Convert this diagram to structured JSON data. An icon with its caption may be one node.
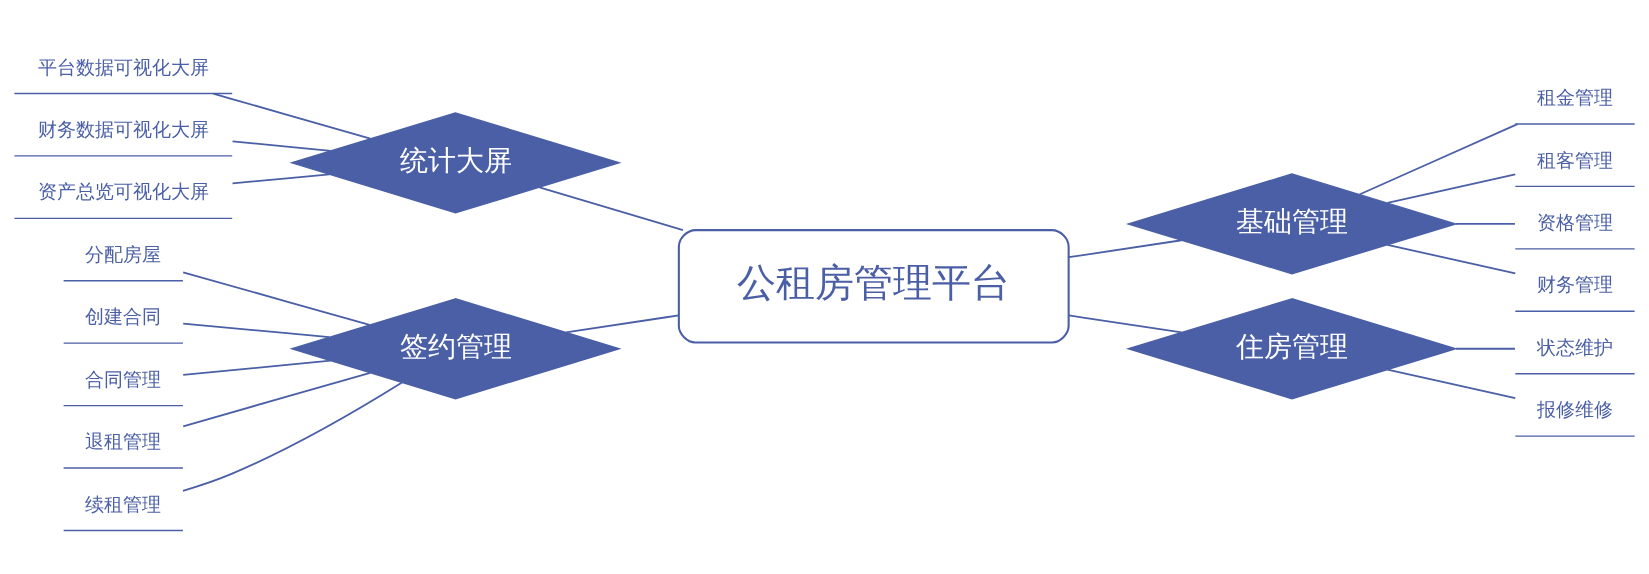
{
  "diagram": {
    "nodes": [
      {
        "text": [
          "公租房管理平台"
        ]
      },
      {
        "text": [
          "统计大屏"
        ]
      },
      {
        "text": [
          "平台数据可视化大屏"
        ]
      },
      {
        "text": [
          "财务数据可视化大屏"
        ]
      },
      {
        "text": [
          "资产总览可视化大屏"
        ]
      },
      {
        "text": [
          "签约管理"
        ]
      },
      {
        "text": [
          "分配房屋"
        ]
      },
      {
        "text": [
          "创建合同"
        ]
      },
      {
        "text": [
          "合同管理"
        ]
      },
      {
        "text": [
          "退租管理"
        ]
      },
      {
        "text": [
          "续租管理"
        ]
      },
      {
        "text": [
          "基础管理"
        ]
      },
      {
        "text": [
          "租金管理"
        ]
      },
      {
        "text": [
          "租客管理"
        ]
      },
      {
        "text": [
          "资格管理"
        ]
      },
      {
        "text": [
          "财务管理"
        ]
      },
      {
        "text": [
          "住房管理"
        ]
      },
      {
        "text": [
          "状态维护"
        ]
      },
      {
        "text": [
          "报修维修"
        ]
      }
    ],
    "edges": [
      {
        "from": 0,
        "to": 1,
        "arrow": "none"
      },
      {
        "from": 1,
        "to": 2,
        "arrow": "none"
      },
      {
        "from": 1,
        "to": 3,
        "arrow": "none"
      },
      {
        "from": 1,
        "to": 4,
        "arrow": "none"
      },
      {
        "from": 0,
        "to": 5,
        "arrow": "none"
      },
      {
        "from": 5,
        "to": 6,
        "arrow": "none"
      },
      {
        "from": 5,
        "to": 7,
        "arrow": "none"
      },
      {
        "from": 5,
        "to": 8,
        "arrow": "none"
      },
      {
        "from": 5,
        "to": 9,
        "arrow": "none"
      },
      {
        "from": 5,
        "to": 10,
        "arrow": "none"
      },
      {
        "from": 0,
        "to": 11,
        "arrow": "none"
      },
      {
        "from": 11,
        "to": 12,
        "arrow": "none"
      },
      {
        "from": 11,
        "to": 13,
        "arrow": "none"
      },
      {
        "from": 11,
        "to": 14,
        "arrow": "none"
      },
      {
        "from": 11,
        "to": 15,
        "arrow": "none"
      },
      {
        "from": 0,
        "to": 16,
        "arrow": "none"
      },
      {
        "from": 16,
        "to": 17,
        "arrow": "none"
      },
      {
        "from": 16,
        "to": 18,
        "arrow": "none"
      }
    ]
  }
}
